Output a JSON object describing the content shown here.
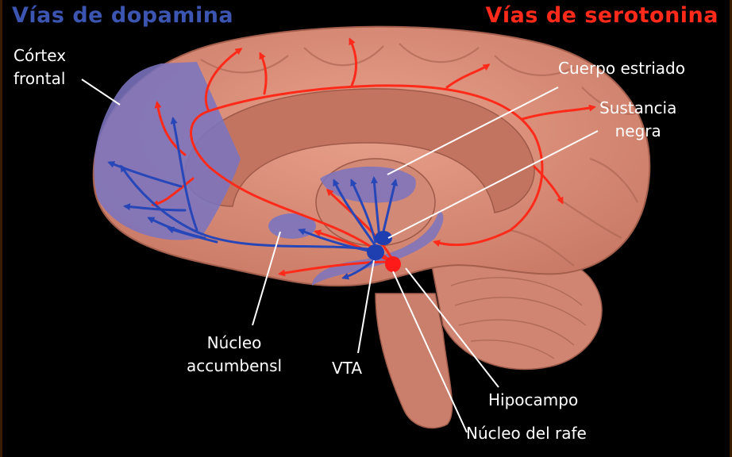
{
  "titles": {
    "dopamine": "Vías de dopamina",
    "serotonin": "Vías de serotonina"
  },
  "colors": {
    "dopamine": "#3b55b0",
    "serotonin": "#ff2a1a",
    "brain": "#d98c78",
    "dopamine_region": "#7b74bf",
    "background": "#000000",
    "label": "#ffffff"
  },
  "labels": {
    "cortex_line1": "Córtex",
    "cortex_line2": "frontal",
    "striatum": "Cuerpo estriado",
    "substantia_line1": "Sustancia",
    "substantia_line2": "negra",
    "accumbens_line1": "Núcleo",
    "accumbens_line2": "accumbensl",
    "vta": "VTA",
    "hippocampus": "Hipocampo",
    "raphe": "Núcleo del rafe"
  }
}
